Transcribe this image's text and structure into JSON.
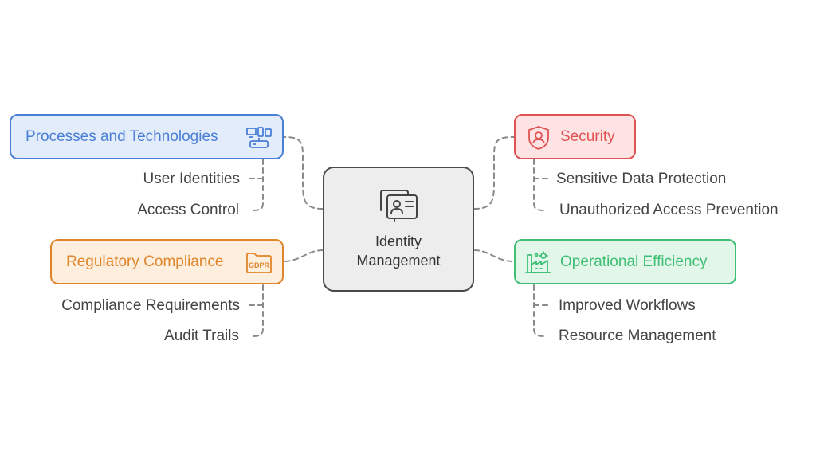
{
  "center": {
    "label": "Identity Management",
    "icon": "id-card-icon",
    "border_color": "#4a4a4a",
    "fill_color": "#ededed"
  },
  "branches": {
    "processes": {
      "label": "Processes and Technologies",
      "icon": "devices-network-icon",
      "color": "#4a7fd4",
      "fill": "#e3ecfb",
      "children": [
        "User Identities",
        "Access Control"
      ]
    },
    "regulatory": {
      "label": "Regulatory Compliance",
      "icon": "gdpr-folder-icon",
      "icon_text": "GDPR",
      "color": "#e0852a",
      "fill": "#fdeedd",
      "children": [
        "Compliance Requirements",
        "Audit Trails"
      ]
    },
    "security": {
      "label": "Security",
      "icon": "shield-user-icon",
      "color": "#e05353",
      "fill": "#fde3e3",
      "children": [
        "Sensitive Data Protection",
        "Unauthorized Access Prevention"
      ]
    },
    "operational": {
      "label": "Operational Efficiency",
      "icon": "factory-gear-icon",
      "color": "#3fbf73",
      "fill": "#e2f6ea",
      "children": [
        "Improved Workflows",
        "Resource Management"
      ]
    }
  },
  "connector_color": "#8a8a8a"
}
